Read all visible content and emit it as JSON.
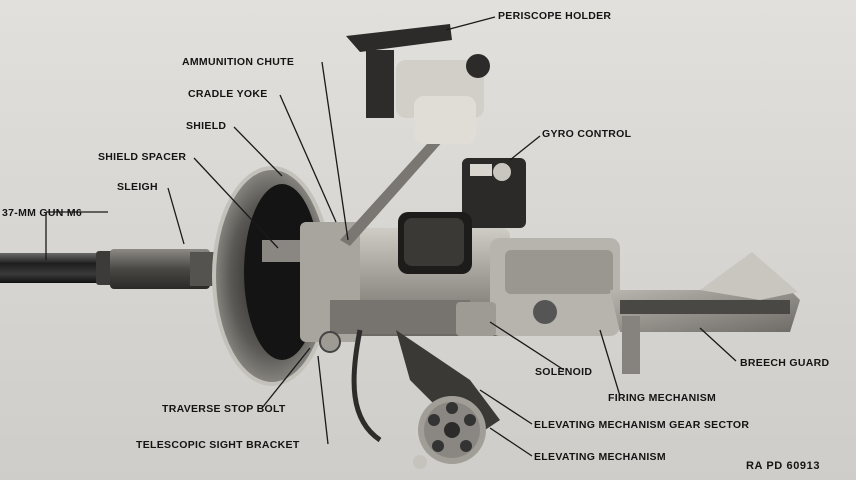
{
  "labels": {
    "periscope_holder": "PERISCOPE HOLDER",
    "ammunition_chute": "AMMUNITION CHUTE",
    "cradle_yoke": "CRADLE YOKE",
    "shield": "SHIELD",
    "shield_spacer": "SHIELD SPACER",
    "sleigh": "SLEIGH",
    "gun": "37-MM GUN M6",
    "gyro_control": "GYRO CONTROL",
    "breech_guard": "BREECH GUARD",
    "solenoid": "SOLENOID",
    "firing_mechanism": "FIRING MECHANISM",
    "traverse_stop_bolt": "TRAVERSE STOP BOLT",
    "telescopic_sight_bracket": "TELESCOPIC SIGHT BRACKET",
    "elevating_gear_sector": "ELEVATING MECHANISM GEAR SECTOR",
    "elevating_mechanism": "ELEVATING MECHANISM"
  },
  "plate_id": "RA PD 60913",
  "colors": {
    "background": "#d8d6d2",
    "metal_dark": "#2a2a2a",
    "metal_mid": "#6e6c68",
    "metal_light": "#bdbab4",
    "ink": "#141414"
  }
}
